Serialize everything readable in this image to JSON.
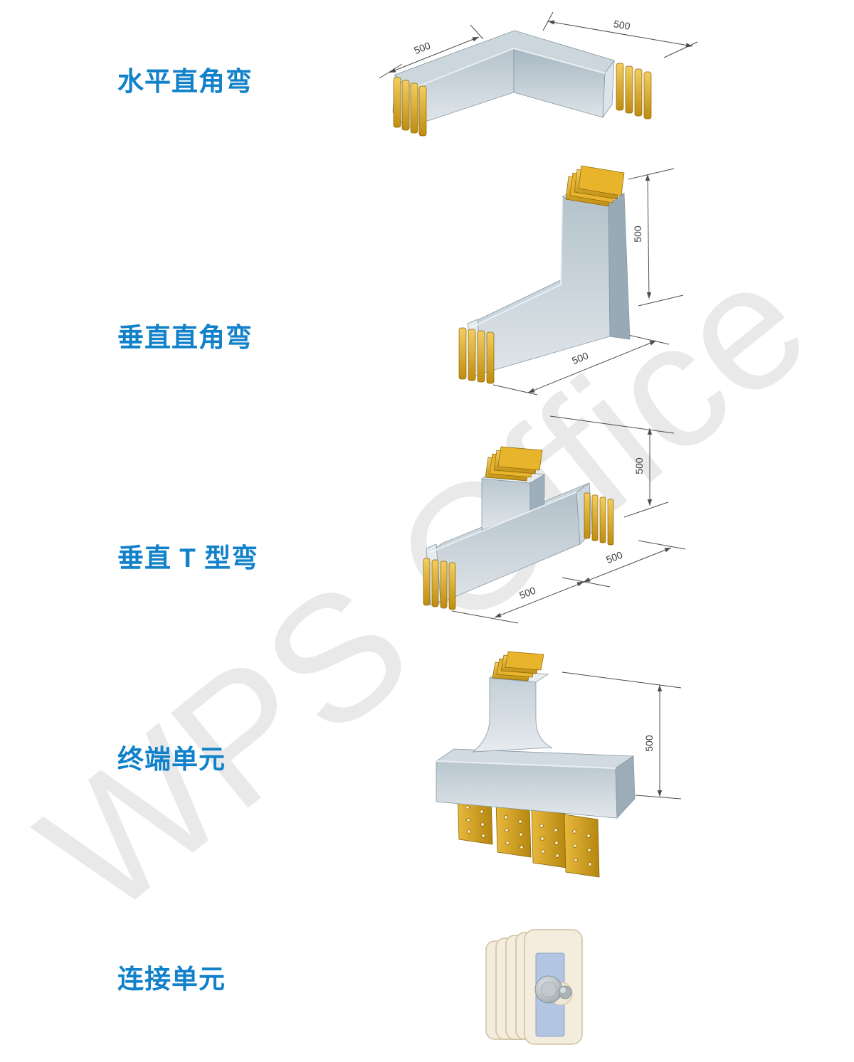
{
  "page": {
    "watermark": "WPS Office",
    "background": "#ffffff",
    "accent_blue": "#1181ca",
    "busbar_gold": "#d9a62a",
    "duct_gray": "#c4d0d8"
  },
  "sections": [
    {
      "id": "horizontal-elbow",
      "label": "水平直角弯",
      "dims": {
        "arm_left": "500",
        "arm_right": "500"
      }
    },
    {
      "id": "vertical-elbow",
      "label": "垂直直角弯",
      "dims": {
        "height": "500",
        "length": "500"
      }
    },
    {
      "id": "vertical-tee",
      "label": "垂直 T 型弯",
      "dims": {
        "height": "500",
        "branch_right": "500",
        "branch_left": "500"
      }
    },
    {
      "id": "terminal-unit",
      "label": "终端单元",
      "dims": {
        "height": "500"
      }
    },
    {
      "id": "connection-unit",
      "label": "连接单元",
      "dims": {}
    }
  ]
}
